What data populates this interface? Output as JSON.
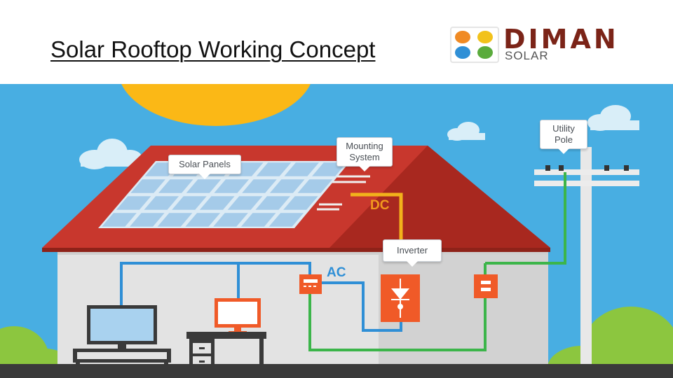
{
  "header": {
    "title": "Solar Rooftop Working Concept"
  },
  "logo": {
    "brand": "DIMAN",
    "sub": "SOLAR",
    "icon_names": [
      "sun-icon",
      "bolt-icon",
      "water-drop-icon",
      "leaf-icon"
    ],
    "colors": [
      "#f08a24",
      "#f2c21b",
      "#2f8fd6",
      "#5aab3c"
    ]
  },
  "diagram": {
    "labels": {
      "solar_panels": "Solar Panels",
      "mounting_line1": "Mounting",
      "mounting_line2": "System",
      "utility_line1": "Utility",
      "utility_line2": "Pole",
      "inverter": "Inverter",
      "dc": "DC",
      "ac": "AC"
    },
    "colors": {
      "sky": "#48aee2",
      "roof": "#c8372d",
      "wall": "#e3e3e3",
      "dc_wire": "#f2b21b",
      "ac_wire": "#2f8fd6",
      "grid_wire": "#3cb54a",
      "device": "#f05a28",
      "sun": "#fbb816",
      "ground": "#3a3a3a"
    }
  }
}
